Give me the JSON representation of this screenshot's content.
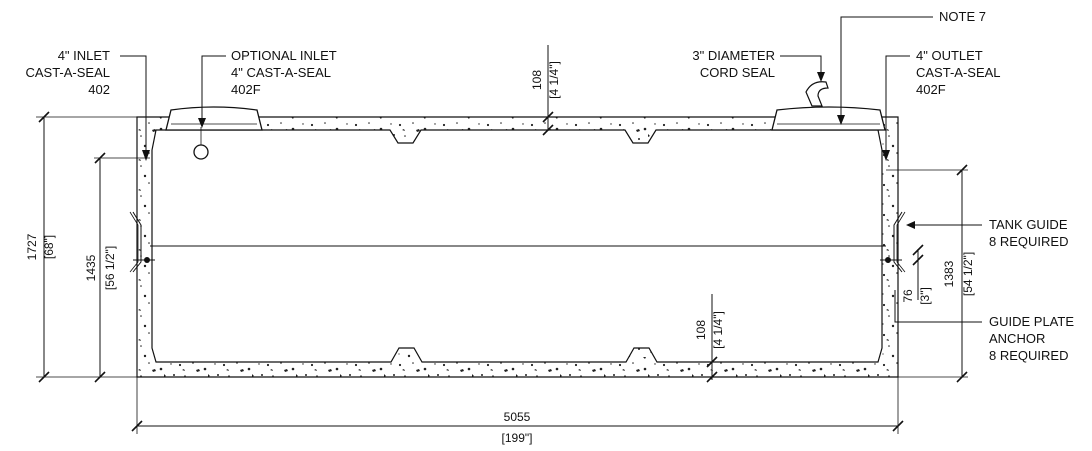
{
  "labels": {
    "inlet": [
      "4\" INLET",
      "CAST-A-SEAL",
      "402"
    ],
    "optional_inlet": [
      "OPTIONAL INLET",
      "4\" CAST-A-SEAL",
      "402F"
    ],
    "cord_seal": [
      "3\" DIAMETER",
      "CORD SEAL"
    ],
    "note": "NOTE 7",
    "outlet": [
      "4\" OUTLET",
      "CAST-A-SEAL",
      "402F"
    ],
    "tank_guide": [
      "TANK GUIDE",
      "8 REQUIRED"
    ],
    "guide_plate": [
      "GUIDE PLATE",
      "ANCHOR",
      "8 REQUIRED"
    ]
  },
  "dimensions": {
    "overall_height": {
      "mm": "1727",
      "in": "[68\"]"
    },
    "inner_height": {
      "mm": "1435",
      "in": "[56 1/2\"]"
    },
    "right_height": {
      "mm": "1383",
      "in": "[54 1/2\"]"
    },
    "top_thickness": {
      "mm": "108",
      "in": "[4 1/4\"]"
    },
    "bottom_thickness": {
      "mm": "108",
      "in": "[4 1/4\"]"
    },
    "guide_offset": {
      "mm": "76",
      "in": "[3\"]"
    },
    "overall_length": {
      "mm": "5055",
      "in": "[199\"]"
    }
  },
  "colors": {
    "line": "#111111",
    "background": "#ffffff"
  }
}
